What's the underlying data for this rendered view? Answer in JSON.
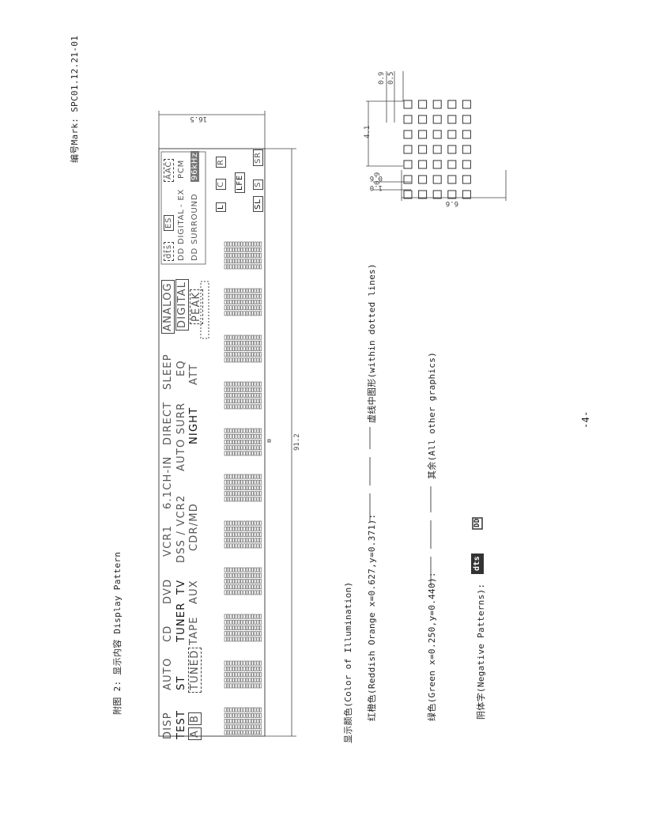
{
  "header": {
    "doc_number": "编号Mark: SPC01.12.21-01"
  },
  "figure_title": "附图 2: 显示内容 Display Pattern",
  "display": {
    "row1": [
      "DISP",
      "AUTO",
      "CD",
      "DVD",
      "VCR1",
      "6.1CH-IN",
      "DIRECT",
      "SLEEP"
    ],
    "row2": [
      "TEST",
      "ST",
      "TUNER",
      "TV",
      "DSS / VCR2",
      "AUTO SURR",
      "EQ"
    ],
    "row3": [
      "A",
      "B",
      "TUNED",
      "TAPE",
      "AUX",
      "CDR/MD",
      "NIGHT",
      "ATT"
    ],
    "level": [
      "ANALOG",
      "DIGITAL",
      "PEAK"
    ],
    "format": {
      "line1": [
        "dts",
        "ES",
        "AAC"
      ],
      "line2": [
        "DD DIGITAL",
        "- EX",
        "PCM"
      ],
      "line3": [
        "DD SURROUND",
        "96kHz"
      ]
    },
    "channels": [
      "L",
      "C",
      "R",
      "LFE",
      "SL",
      "S",
      "SR"
    ]
  },
  "dimensions": {
    "width_total": "91.2",
    "height_total": "16.5",
    "detail_width": "6.6",
    "detail_height": "4.1",
    "pitch_09": "0.9",
    "pitch_05": "0.5",
    "gap_06": "0.6",
    "gap_10": "1.0",
    "gap_09b": "0.9"
  },
  "illumination": {
    "title": "显示颜色(Color of Illumination)",
    "reddish": "红橙色(Reddish Orange x=0.627,y=0.371):",
    "reddish_note": "虚线中图形(within dotted lines)",
    "green": "绿色(Green x=0.250,y=0.440):",
    "green_note": "其余(All other graphics)",
    "negative": "阴体字(Negative Patterns):",
    "negative_dts": "dts",
    "negative_dd": "DD"
  },
  "page_number": "-4-"
}
